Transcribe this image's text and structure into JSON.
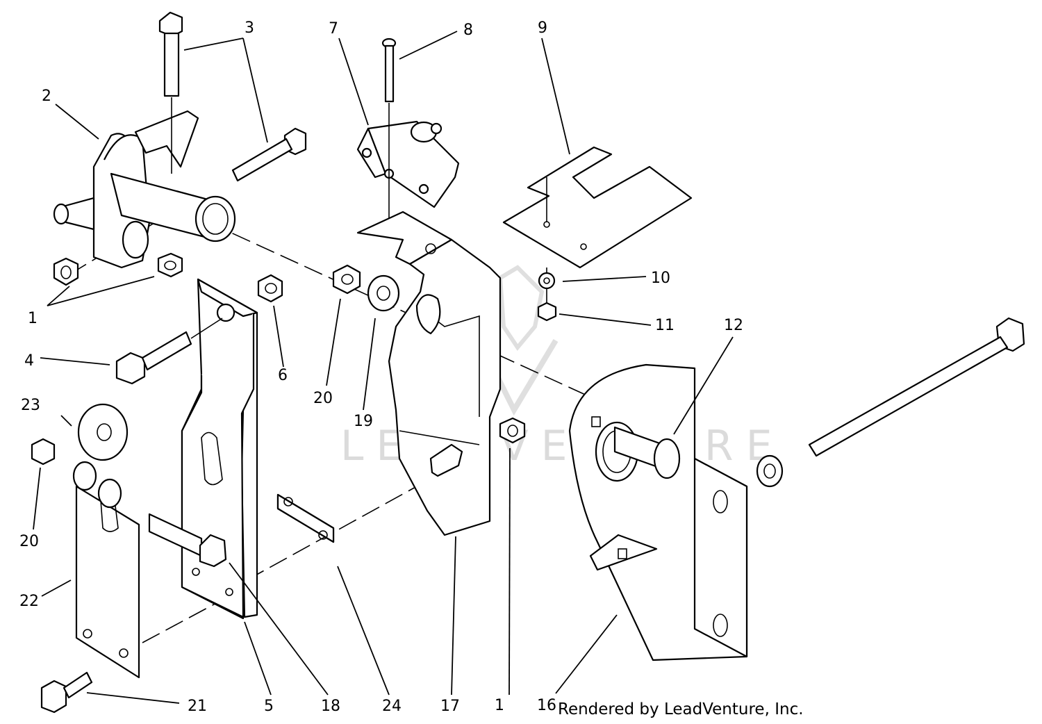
{
  "callouts": [
    "1",
    "1",
    "2",
    "3",
    "4",
    "5",
    "6",
    "7",
    "8",
    "9",
    "10",
    "11",
    "12",
    "16",
    "17",
    "18",
    "19",
    "20",
    "20",
    "21",
    "22",
    "23",
    "24"
  ],
  "credit": "Rendered by LeadVenture, Inc.",
  "watermark": "LEADVENTURE",
  "colors": {
    "line": "#000000",
    "background": "#ffffff",
    "watermark": "#d8d8d8"
  }
}
